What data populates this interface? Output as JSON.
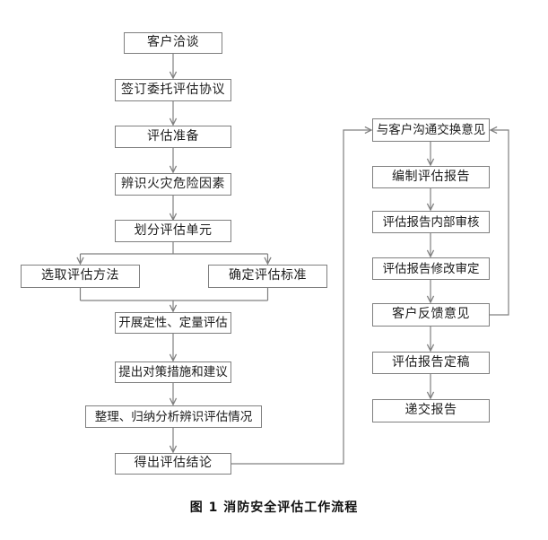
{
  "diagram": {
    "caption": "图 1  消防安全评估工作流程",
    "colors": {
      "line": "#808080",
      "node_border": "#7f7f7f",
      "node_background": "#ffffff",
      "text": "#1c1c1c",
      "background": "#ffffff"
    },
    "nodes": {
      "n1": "客户洽谈",
      "n2": "签订委托评估协议",
      "n3": "评估准备",
      "n4": "辨识火灾危险因素",
      "n5": "划分评估单元",
      "n6": "选取评估方法",
      "n7": "确定评估标准",
      "n8": "开展定性、定量评估",
      "n9": "提出对策措施和建议",
      "n10": "整理、归纳分析辨识评估情况",
      "n11": "得出评估结论",
      "n12": "与客户沟通交换意见",
      "n13": "编制评估报告",
      "n14": "评估报告内部审核",
      "n15": "评估报告修改审定",
      "n16": "客户反馈意见",
      "n17": "评估报告定稿",
      "n18": "递交报告"
    },
    "edges": [
      {
        "from": "n1",
        "to": "n2"
      },
      {
        "from": "n2",
        "to": "n3"
      },
      {
        "from": "n3",
        "to": "n4"
      },
      {
        "from": "n4",
        "to": "n5"
      },
      {
        "from": "n5",
        "to": "n6"
      },
      {
        "from": "n5",
        "to": "n7"
      },
      {
        "from": "n6",
        "to": "n8"
      },
      {
        "from": "n7",
        "to": "n8"
      },
      {
        "from": "n8",
        "to": "n9"
      },
      {
        "from": "n9",
        "to": "n10"
      },
      {
        "from": "n10",
        "to": "n11"
      },
      {
        "from": "n11",
        "to": "n12"
      },
      {
        "from": "n12",
        "to": "n13"
      },
      {
        "from": "n13",
        "to": "n14"
      },
      {
        "from": "n14",
        "to": "n15"
      },
      {
        "from": "n15",
        "to": "n16"
      },
      {
        "from": "n16",
        "to": "n17"
      },
      {
        "from": "n16",
        "to": "n12"
      },
      {
        "from": "n17",
        "to": "n18"
      }
    ]
  }
}
